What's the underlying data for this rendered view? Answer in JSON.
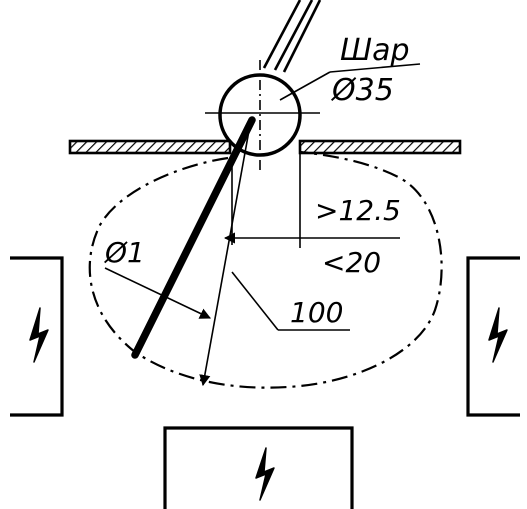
{
  "labels": {
    "ball_word": "Шар",
    "ball_diameter": "Ø35",
    "probe_diameter": "Ø1",
    "probe_length": "100",
    "min_distance": ">12.5",
    "max_distance": "<20"
  },
  "icons": {
    "left_box": "high-voltage-icon",
    "right_box": "high-voltage-icon",
    "bottom_box": "high-voltage-icon"
  },
  "colors": {
    "ink": "#000000",
    "paper": "#ffffff"
  }
}
